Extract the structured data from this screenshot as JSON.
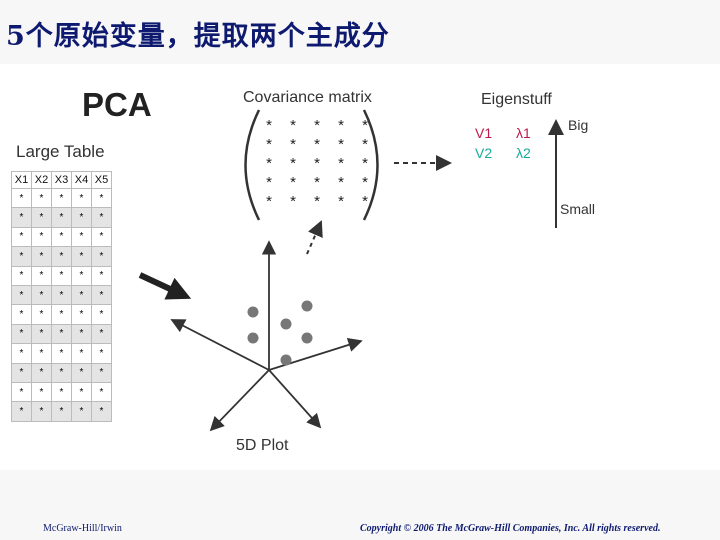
{
  "title": "5个原始变量，提取两个主成分",
  "diagram": {
    "pca_label": "PCA",
    "large_table_label": "Large Table",
    "table_headers": [
      "X1",
      "X2",
      "X3",
      "X4",
      "X5"
    ],
    "table_rows": 12,
    "cell_symbol": "*",
    "covariance_label": "Covariance matrix",
    "covariance_size": 5,
    "eigenstuff_label": "Eigenstuff",
    "v1": "V1",
    "lambda1": "λ1",
    "v2": "V2",
    "lambda2": "λ2",
    "big_label": "Big",
    "small_label": "Small",
    "plot_label": "5D Plot",
    "colors": {
      "first_component": "#c0184a",
      "second_component": "#1aaa98"
    }
  },
  "footer": {
    "left": "McGraw-Hill/Irwin",
    "right": "Copyright © 2006  The McGraw-Hill Companies, Inc. All rights reserved."
  }
}
